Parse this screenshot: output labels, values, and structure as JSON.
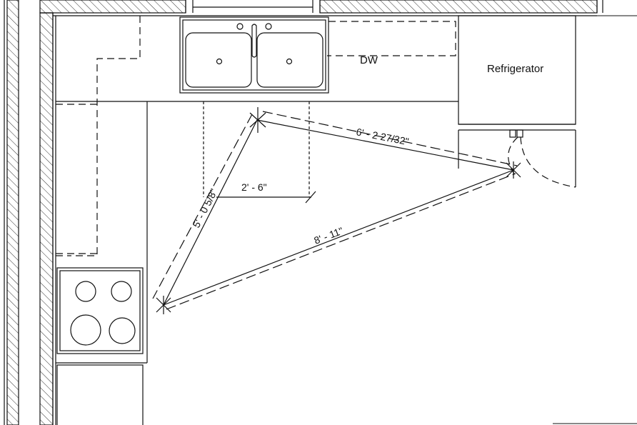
{
  "labels": {
    "dishwasher": "DW",
    "refrigerator": "Refrigerator"
  },
  "dimensions": {
    "sink_to_fridge": "6' - 2 27/32\"",
    "sink_to_range": "5' - 0 5/8\"",
    "range_to_fridge": "8' - 11\"",
    "sink_offset": "2' - 6\""
  },
  "colors": {
    "line": "#111111",
    "counter_fill": "#ffffff",
    "wall_hatch": "#333333"
  }
}
